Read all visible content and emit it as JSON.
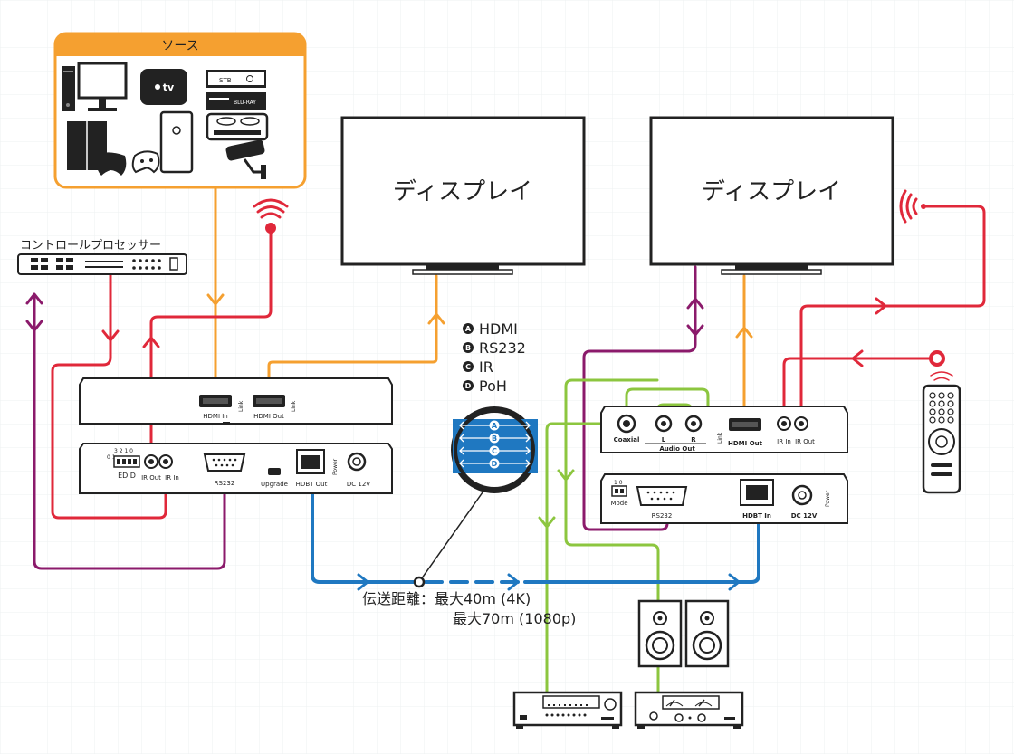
{
  "source_panel": {
    "title": "ソース",
    "devices": [
      "desktop-pc",
      "apple-tv",
      "set-top-box",
      "blu-ray-player",
      "game-console",
      "xbox-console",
      "media-server",
      "security-camera"
    ],
    "appletv_label": "tv",
    "stb_label": "STB",
    "bluray_label": "BLU-RAY"
  },
  "displays": {
    "left_label": "ディスプレイ",
    "right_label": "ディスプレイ"
  },
  "control_processor": {
    "label": "コントロールプロセッサー"
  },
  "legend": [
    {
      "badge": "A",
      "text": "HDMI"
    },
    {
      "badge": "B",
      "text": "RS232"
    },
    {
      "badge": "C",
      "text": "IR"
    },
    {
      "badge": "D",
      "text": "PoH"
    }
  ],
  "transmitter": {
    "hdmi_in": "HDMI In",
    "hdmi_out": "HDMI Out",
    "link": "Link",
    "edid": "EDID",
    "dip_top": "3 2 1 0",
    "dip_side": "0 1",
    "ir_out": "IR Out",
    "ir_in": "IR In",
    "rs232": "RS232",
    "upgrade": "Upgrade",
    "hdbt_out": "HDBT Out",
    "power": "Power",
    "dc": "DC 12V"
  },
  "receiver": {
    "coaxial": "Coaxial",
    "l": "L",
    "r": "R",
    "audio_out": "Audio Out",
    "link": "Link",
    "hdmi_out": "HDMI Out",
    "ir_in": "IR In",
    "ir_out": "IR Out",
    "mode": "Mode",
    "dip_top": "1 0",
    "rs232": "RS232",
    "hdbt_in": "HDBT In",
    "power": "Power",
    "dc": "DC 12V"
  },
  "distance": {
    "line1": "伝送距離：最大40m (4K)",
    "line2": "最大70m (1080p)"
  },
  "colors": {
    "hdmi": "#f5a030",
    "ir": "#e0283a",
    "rs232": "#8b1a6b",
    "audio": "#8cc63f",
    "hdbt": "#1f78c1",
    "source_border": "#f5a030"
  }
}
